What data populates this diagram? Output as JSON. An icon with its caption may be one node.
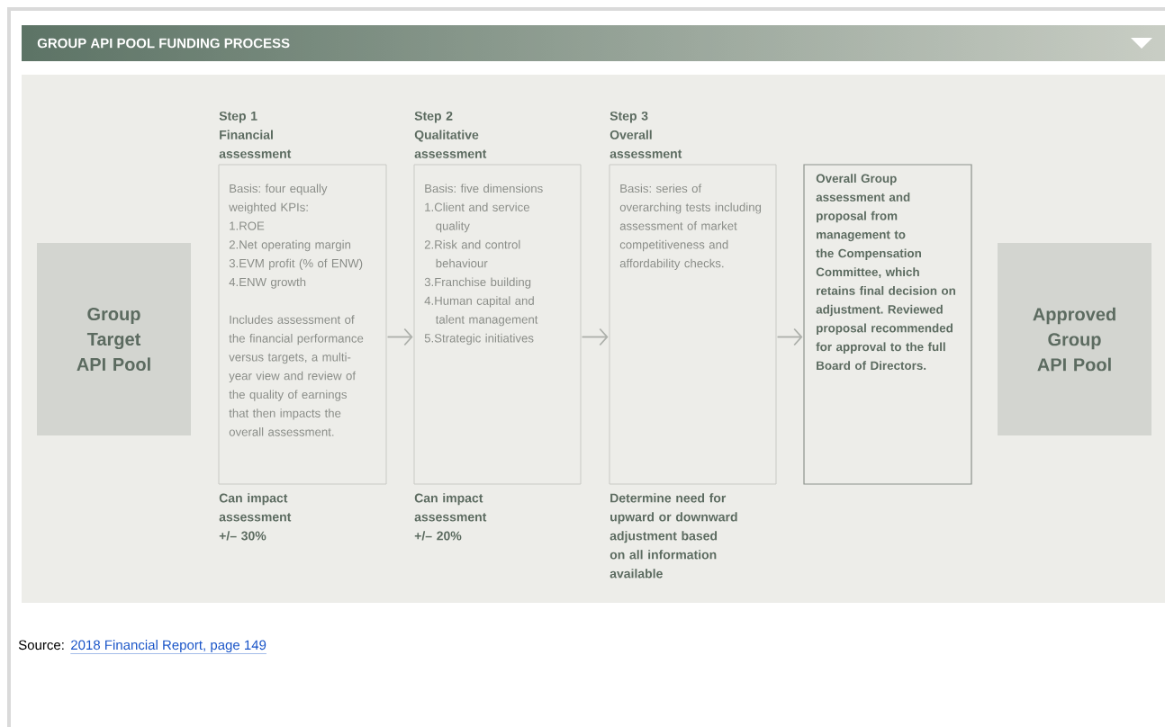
{
  "diagram": {
    "title": "GROUP API POOL FUNDING PROCESS",
    "nodes": [
      {
        "text": [
          "Group Target API Pool"
        ]
      },
      {
        "text": [
          "Step 1 Financial assessment",
          "Basis: four equally weighted KPIs:",
          "1.ROE",
          "2.Net operating margin",
          "3.EVM profit (% of ENW)",
          "4.ENW growth",
          "Includes assessment of the financial performance versus targets, a multi-year view and review of the quality of earnings that then impacts the overall assessment."
        ],
        "beside": [
          "Can impact assessment +/– 30%"
        ]
      },
      {
        "text": [
          "Step 2 Qualitative assessment",
          "Basis: five dimensions",
          "1.Client and service quality",
          "2.Risk and control behaviour",
          "3.Franchise building",
          "4.Human capital and talent management",
          "5.Strategic initiatives"
        ],
        "beside": [
          "Can impact assessment +/– 20%"
        ]
      },
      {
        "text": [
          "Step 3 Overall assessment",
          "Basis: series of overarching tests including assessment of market competitiveness and affordability checks."
        ],
        "beside": [
          "Determine need for upward or downward adjustment based on all information available"
        ]
      },
      {
        "text": [
          "Overall Group assessment and proposal from management to the Compensation Committee, which retains final decision on adjustment. Reviewed proposal recommended for approval to the full Board of Directors."
        ]
      },
      {
        "text": [
          "Approved Group API Pool"
        ]
      }
    ],
    "edges": [
      {
        "from": 1,
        "to": 2,
        "arrow": "to"
      },
      {
        "from": 2,
        "to": 3,
        "arrow": "to"
      },
      {
        "from": 3,
        "to": 4,
        "arrow": "to"
      }
    ],
    "labels": [
      "Source:",
      "2018 Financial Report, page 149"
    ]
  }
}
